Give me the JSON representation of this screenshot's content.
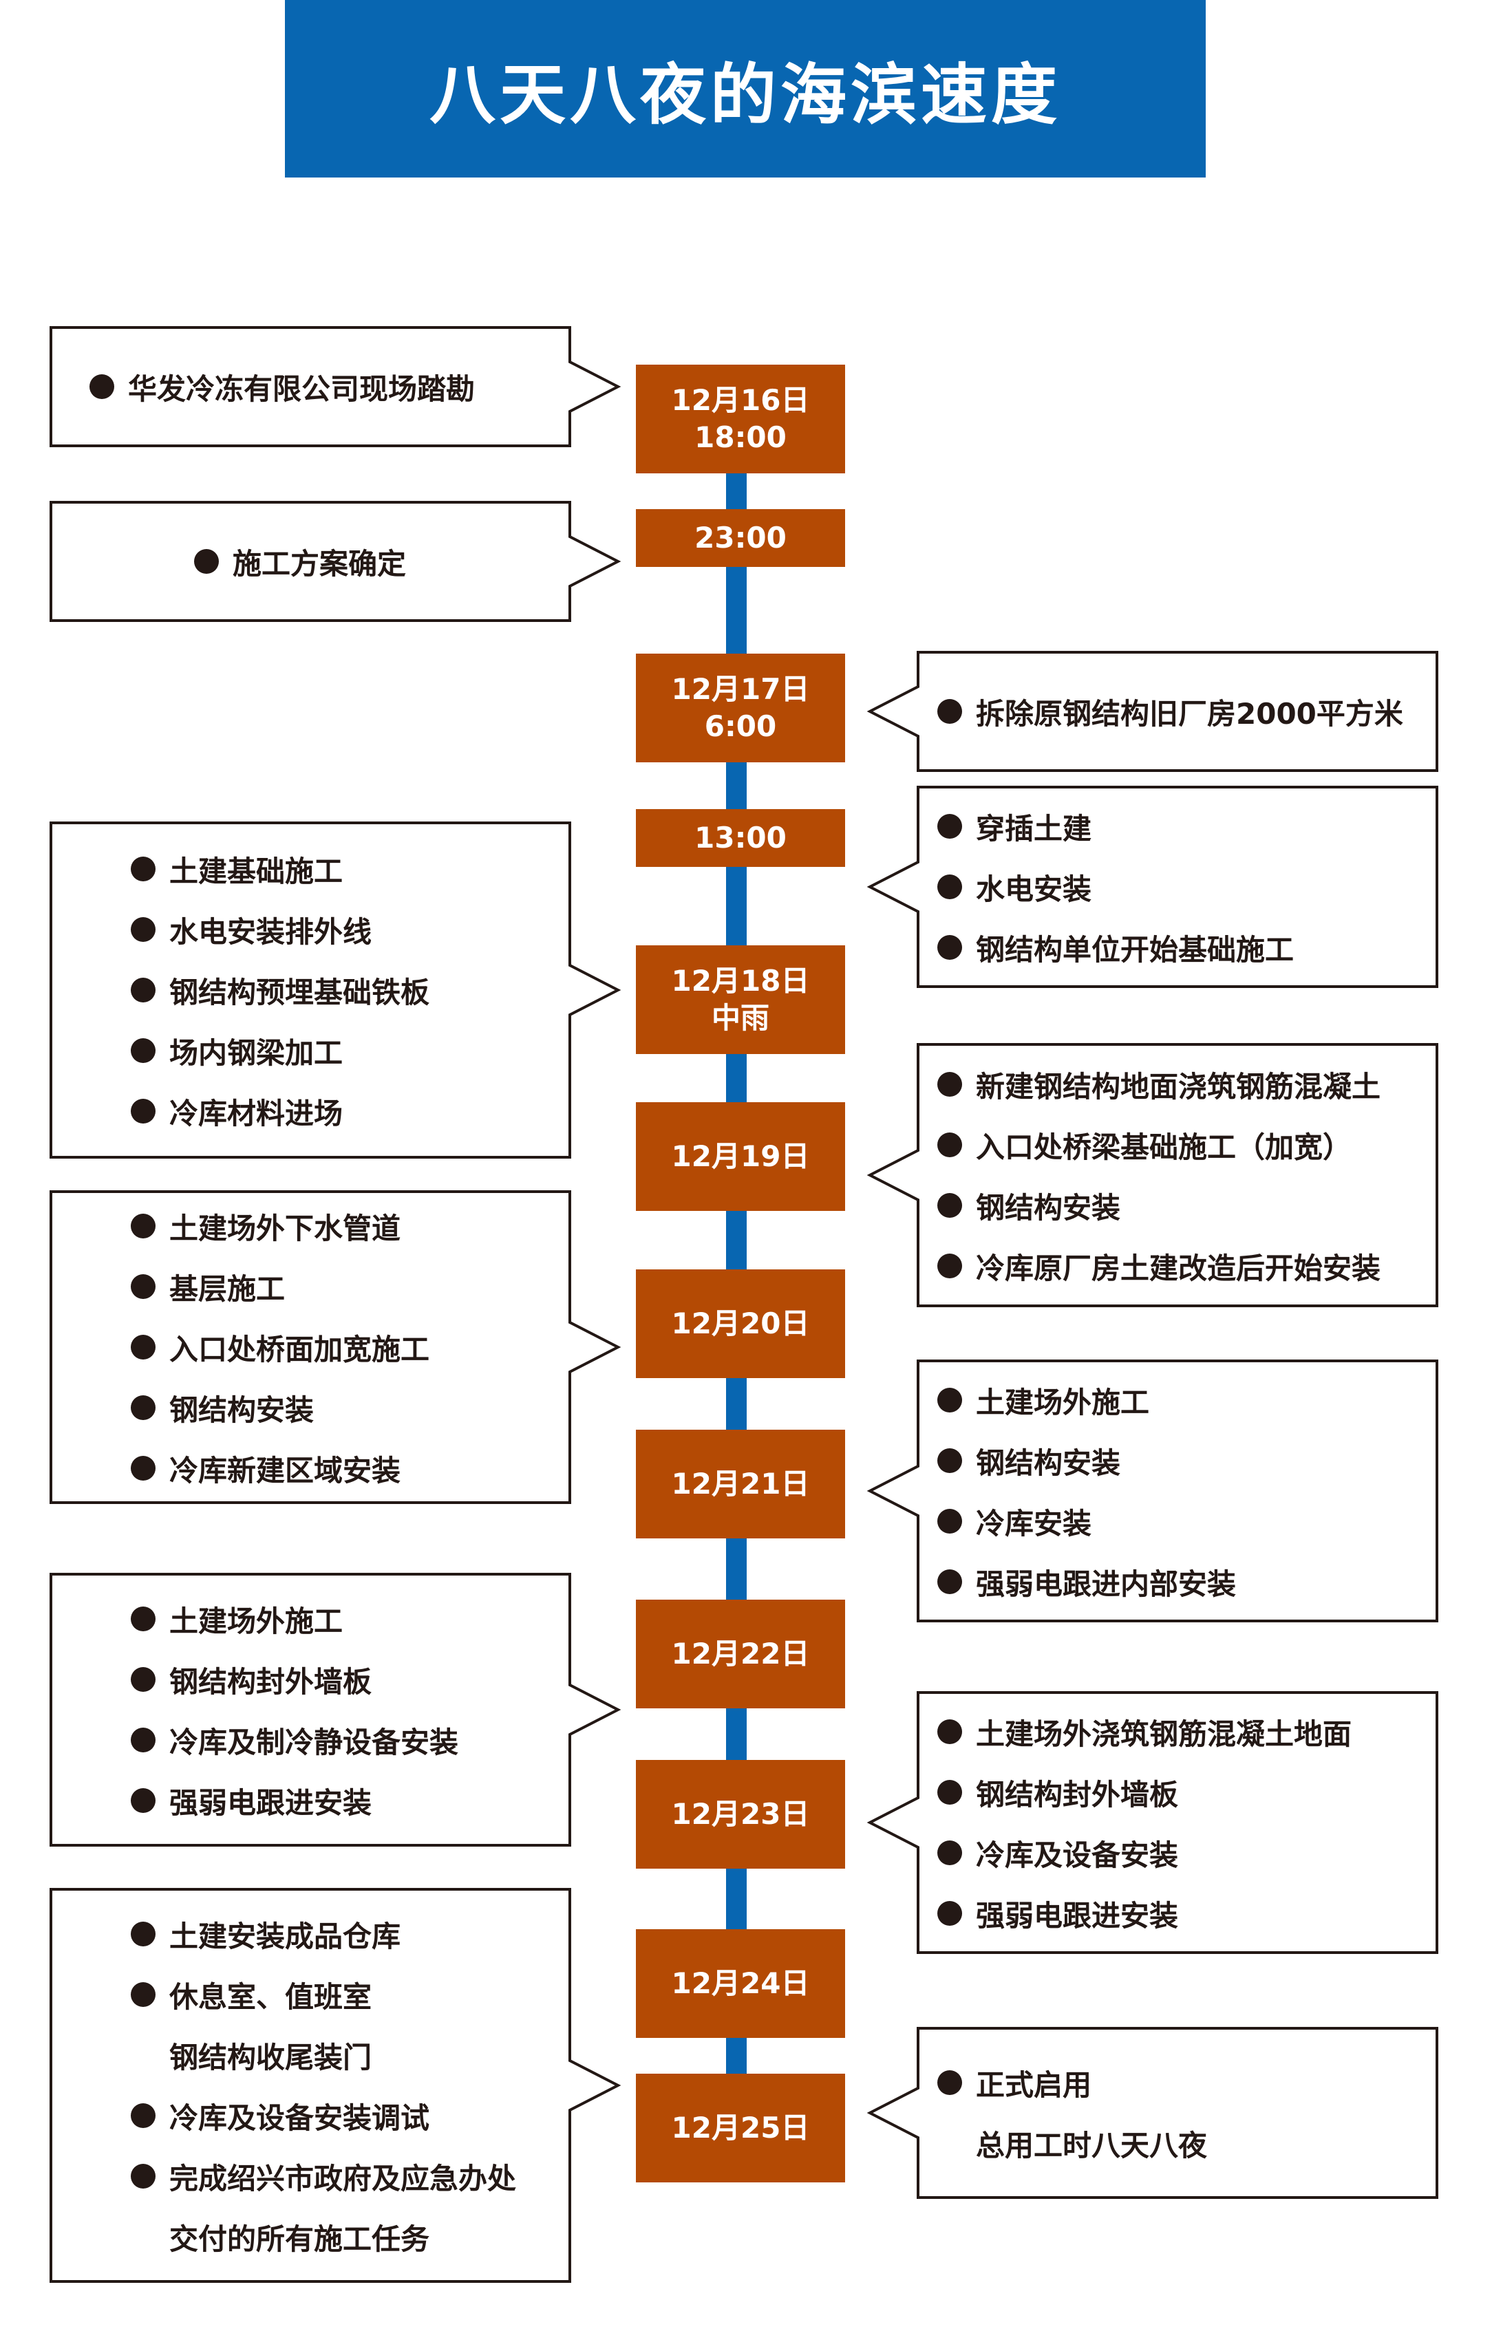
{
  "title": "八天八夜的海滨速度",
  "colors": {
    "banner": "#0866b1",
    "spine": "#0866b1",
    "node": "#b44a04",
    "text": "#231815",
    "callout_border": "#231815"
  },
  "timeline": [
    {
      "line1": "12月16日",
      "line2": "18:00"
    },
    {
      "line1": "23:00",
      "line2": ""
    },
    {
      "line1": "12月17日",
      "line2": "6:00"
    },
    {
      "line1": "13:00",
      "line2": ""
    },
    {
      "line1": "12月18日",
      "line2": "中雨"
    },
    {
      "line1": "12月19日",
      "line2": ""
    },
    {
      "line1": "12月20日",
      "line2": ""
    },
    {
      "line1": "12月21日",
      "line2": ""
    },
    {
      "line1": "12月22日",
      "line2": ""
    },
    {
      "line1": "12月23日",
      "line2": ""
    },
    {
      "line1": "12月24日",
      "line2": ""
    },
    {
      "line1": "12月25日",
      "line2": ""
    }
  ],
  "callouts": [
    {
      "items": [
        {
          "bullet": true,
          "text": "华发冷冻有限公司现场踏勘"
        }
      ]
    },
    {
      "items": [
        {
          "bullet": true,
          "text": "施工方案确定"
        }
      ]
    },
    {
      "items": [
        {
          "bullet": true,
          "text": "拆除原钢结构旧厂房2000平方米"
        }
      ]
    },
    {
      "items": [
        {
          "bullet": true,
          "text": "穿插土建"
        },
        {
          "bullet": true,
          "text": "水电安装"
        },
        {
          "bullet": true,
          "text": "钢结构单位开始基础施工"
        }
      ]
    },
    {
      "items": [
        {
          "bullet": true,
          "text": "土建基础施工"
        },
        {
          "bullet": true,
          "text": "水电安装排外线"
        },
        {
          "bullet": true,
          "text": "钢结构预埋基础铁板"
        },
        {
          "bullet": true,
          "text": "场内钢梁加工"
        },
        {
          "bullet": true,
          "text": "冷库材料进场"
        }
      ]
    },
    {
      "items": [
        {
          "bullet": true,
          "text": "新建钢结构地面浇筑钢筋混凝土"
        },
        {
          "bullet": true,
          "text": "入口处桥梁基础施工（加宽）"
        },
        {
          "bullet": true,
          "text": "钢结构安装"
        },
        {
          "bullet": true,
          "text": "冷库原厂房土建改造后开始安装"
        }
      ]
    },
    {
      "items": [
        {
          "bullet": true,
          "text": "土建场外下水管道"
        },
        {
          "bullet": true,
          "text": "基层施工"
        },
        {
          "bullet": true,
          "text": "入口处桥面加宽施工"
        },
        {
          "bullet": true,
          "text": "钢结构安装"
        },
        {
          "bullet": true,
          "text": "冷库新建区域安装"
        }
      ]
    },
    {
      "items": [
        {
          "bullet": true,
          "text": "土建场外施工"
        },
        {
          "bullet": true,
          "text": "钢结构安装"
        },
        {
          "bullet": true,
          "text": "冷库安装"
        },
        {
          "bullet": true,
          "text": "强弱电跟进内部安装"
        }
      ]
    },
    {
      "items": [
        {
          "bullet": true,
          "text": "土建场外施工"
        },
        {
          "bullet": true,
          "text": "钢结构封外墙板"
        },
        {
          "bullet": true,
          "text": "冷库及制冷静设备安装"
        },
        {
          "bullet": true,
          "text": "强弱电跟进安装"
        }
      ]
    },
    {
      "items": [
        {
          "bullet": true,
          "text": "土建场外浇筑钢筋混凝土地面"
        },
        {
          "bullet": true,
          "text": "钢结构封外墙板"
        },
        {
          "bullet": true,
          "text": "冷库及设备安装"
        },
        {
          "bullet": true,
          "text": "强弱电跟进安装"
        }
      ]
    },
    {
      "items": [
        {
          "bullet": true,
          "text": "土建安装成品仓库"
        },
        {
          "bullet": true,
          "text": "休息室、值班室"
        },
        {
          "bullet": false,
          "text": "钢结构收尾装门"
        },
        {
          "bullet": true,
          "text": "冷库及设备安装调试"
        },
        {
          "bullet": true,
          "text": "完成绍兴市政府及应急办处"
        },
        {
          "bullet": false,
          "text": "交付的所有施工任务"
        }
      ]
    },
    {
      "items": [
        {
          "bullet": true,
          "text": "正式启用"
        },
        {
          "bullet": false,
          "text": "总用工时八天八夜"
        }
      ]
    }
  ]
}
